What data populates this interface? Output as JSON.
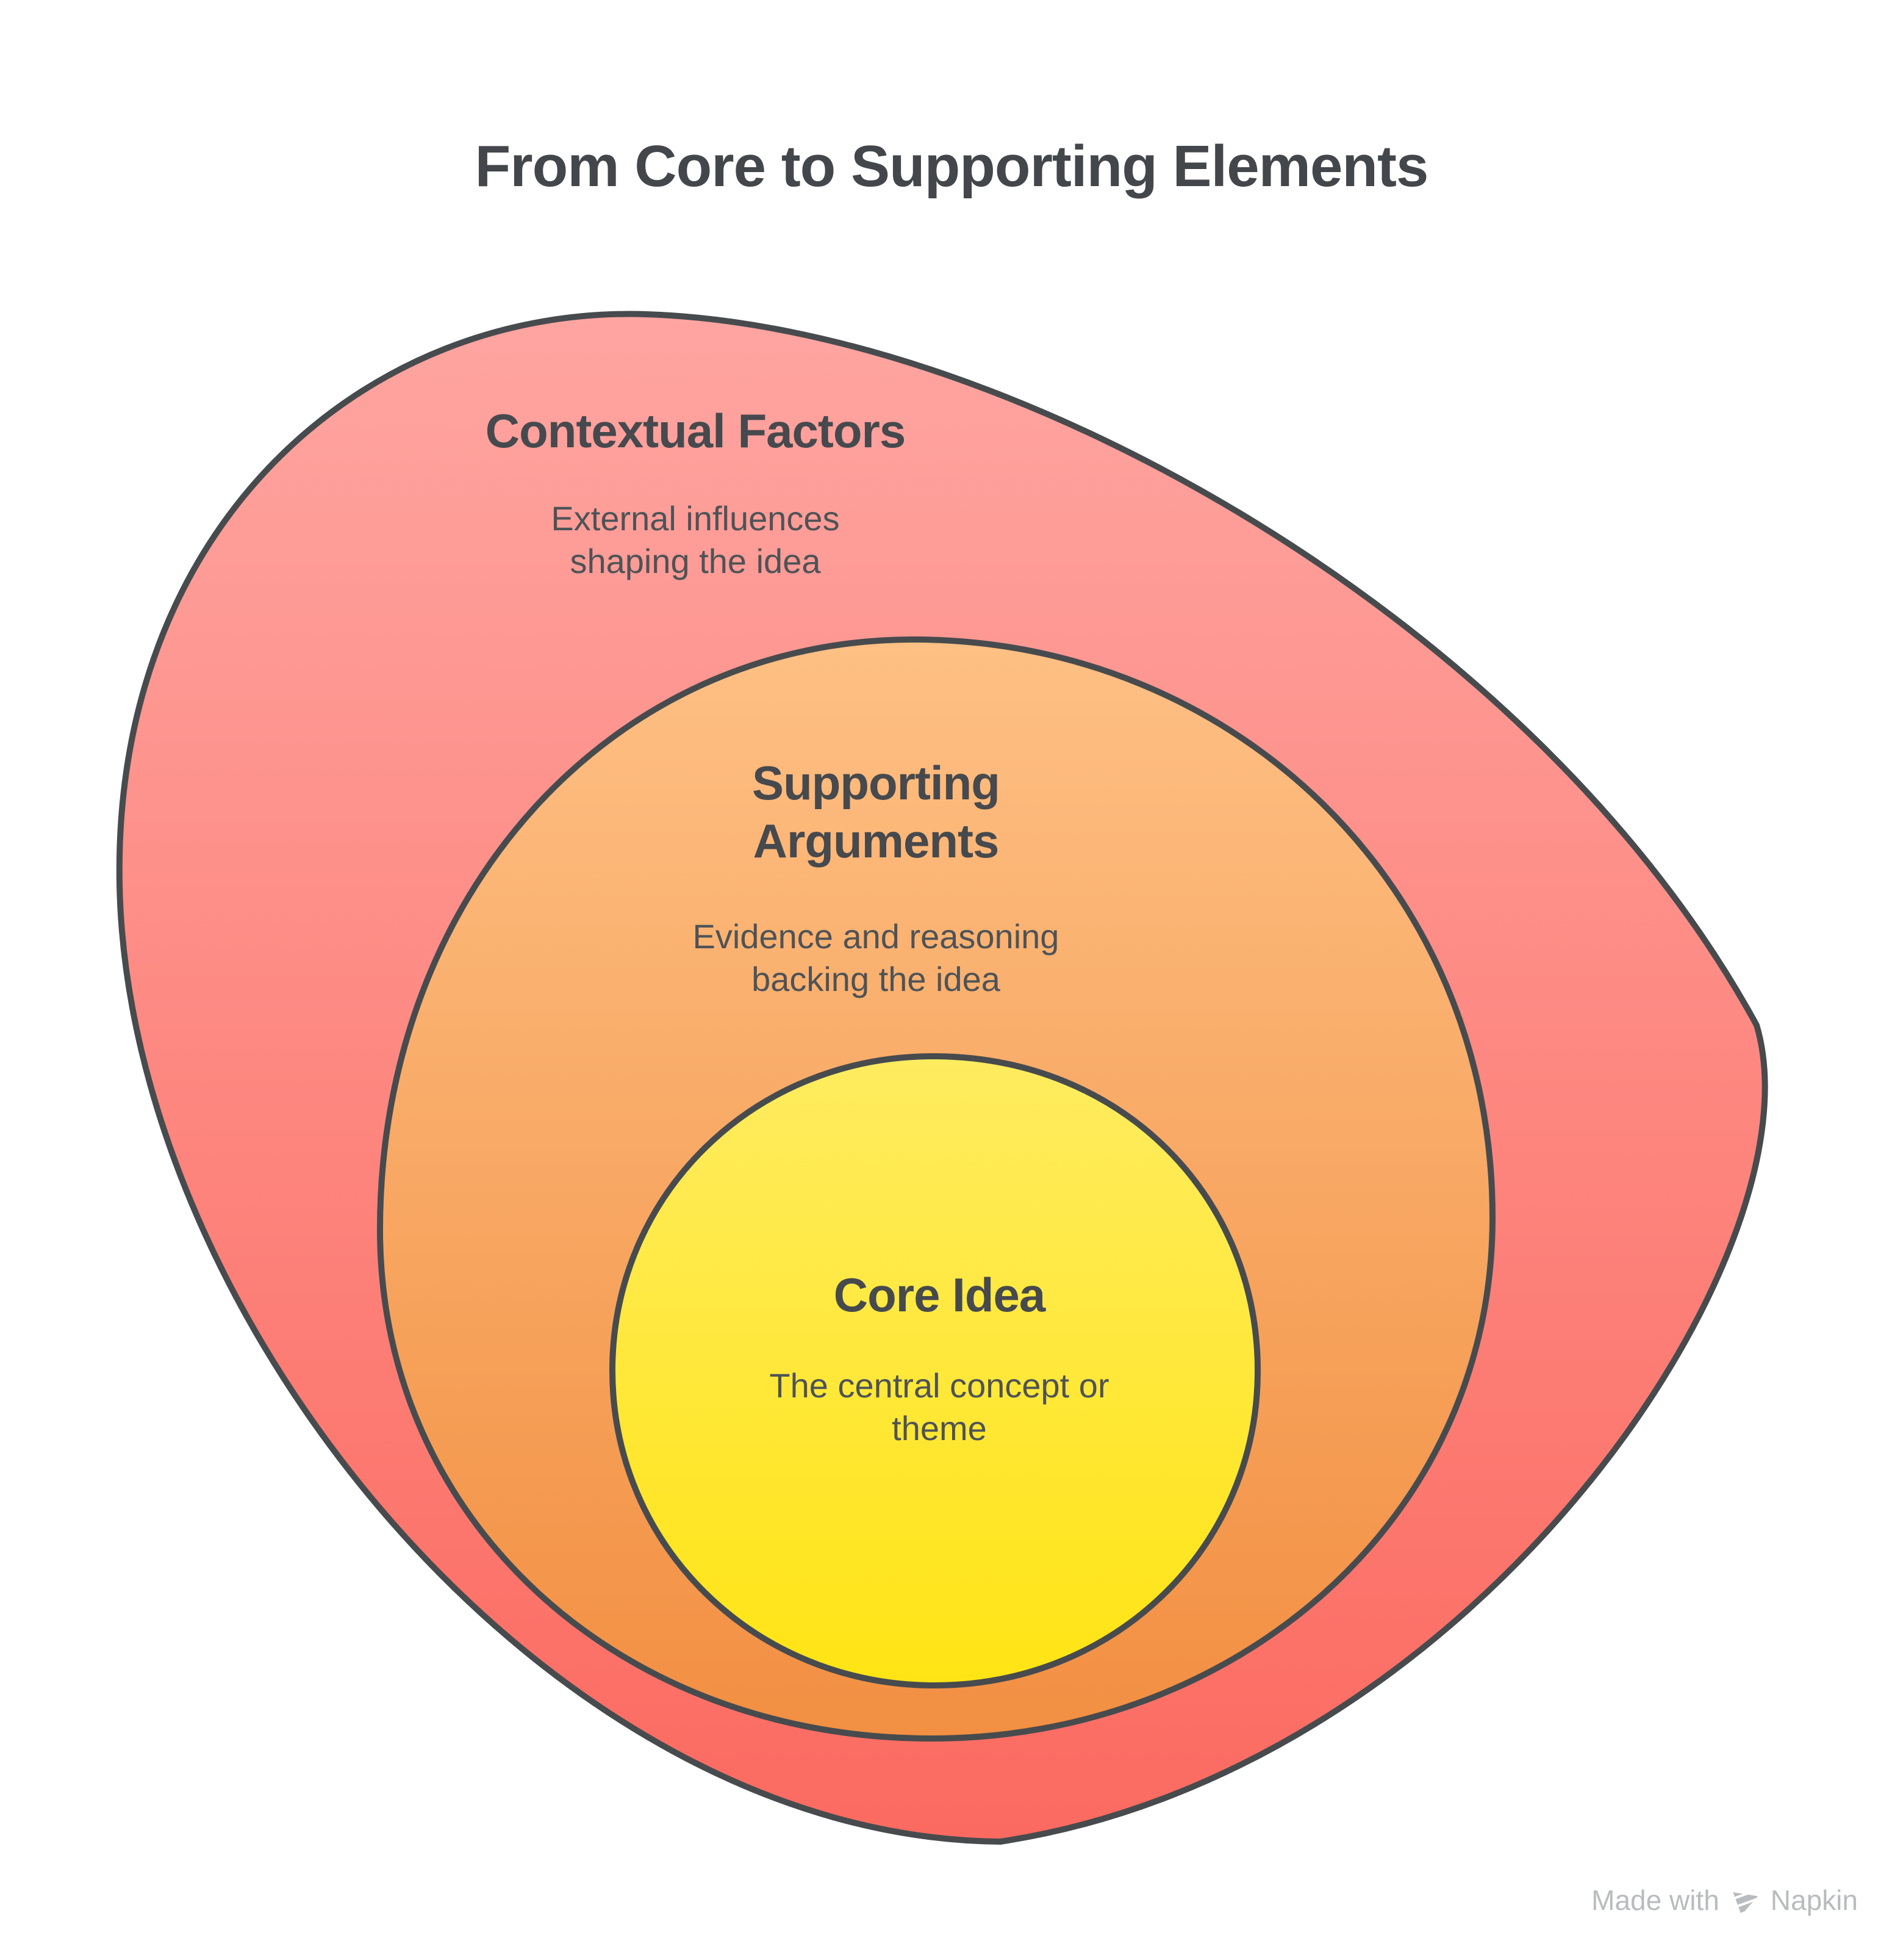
{
  "title": "From Core to Supporting Elements",
  "rings": [
    {
      "label": "Contextual Factors",
      "heading_lines": [
        "Contextual Factors"
      ],
      "description_lines": [
        "External influences",
        "shaping the idea"
      ],
      "fill_top": "#ffa5a1",
      "fill_bottom": "#fb6a60"
    },
    {
      "label": "Supporting Arguments",
      "heading_lines": [
        "Supporting",
        "Arguments"
      ],
      "description_lines": [
        "Evidence and reasoning",
        "backing the idea"
      ],
      "fill_top": "#fec084",
      "fill_bottom": "#f28f42"
    },
    {
      "label": "Core Idea",
      "heading_lines": [
        "Core Idea"
      ],
      "description_lines": [
        "The central concept or",
        "theme"
      ],
      "fill_top": "#ffec60",
      "fill_bottom": "#ffe414"
    }
  ],
  "colors": {
    "title": "#43474b",
    "heading": "#46494d",
    "description": "#4e5357",
    "stroke": "#474b4e",
    "watermark": "#b9bcbe"
  },
  "watermark": {
    "prefix": "Made with",
    "brand": "Napkin"
  }
}
